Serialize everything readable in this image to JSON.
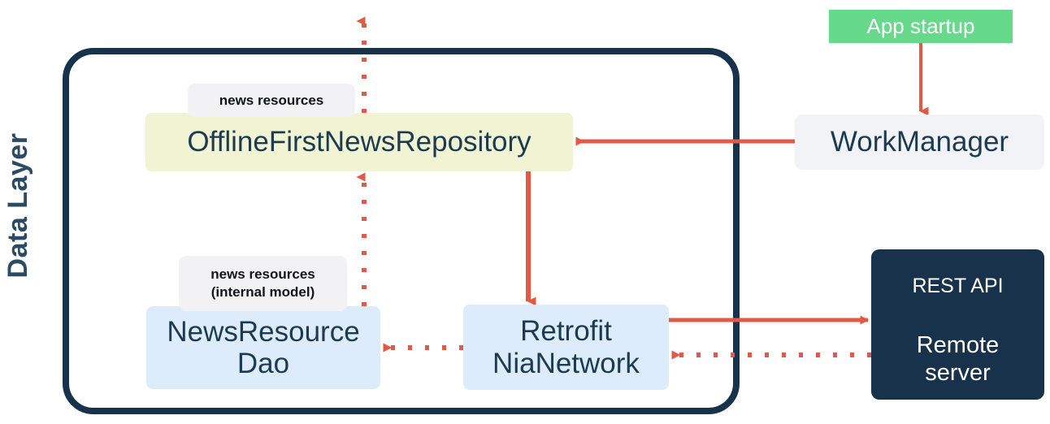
{
  "diagram": {
    "title": "Data Layer",
    "layer": {
      "label": "Data Layer",
      "border_color": "#17324a"
    },
    "nodes": {
      "repository": {
        "label": "OfflineFirstNewsRepository",
        "fill": "#f0f4d2",
        "text_color": "#1d3a50"
      },
      "dao": {
        "line1": "NewsResource",
        "line2": "Dao",
        "fill": "#dcecfb",
        "text_color": "#1d3a50"
      },
      "retrofit": {
        "line1": "Retrofit",
        "line2": "NiaNetwork",
        "fill": "#dcecfb",
        "text_color": "#1d3a50"
      },
      "workmanager": {
        "label": "WorkManager",
        "fill": "#f2f3f6",
        "text_color": "#1d3a50"
      },
      "app_startup": {
        "label": "App startup",
        "fill": "#66d98b",
        "text_color": "#ffffff"
      },
      "remote_server": {
        "title": "REST API",
        "sub_line1": "Remote",
        "sub_line2": "server",
        "fill": "#17324a",
        "text_color": "#ffffff"
      }
    },
    "chips": {
      "news_resources": {
        "line1": "news resources"
      },
      "news_resources_internal": {
        "line1": "news resources",
        "line2": "(internal model)"
      }
    },
    "arrows": {
      "color": "#e05a47",
      "items": [
        {
          "name": "repository-to-ui",
          "style": "dotted",
          "direction": "up"
        },
        {
          "name": "dao-to-repository",
          "style": "dotted",
          "direction": "up"
        },
        {
          "name": "workmanager-to-repository",
          "style": "solid",
          "direction": "left"
        },
        {
          "name": "app-startup-to-workmanager",
          "style": "solid",
          "direction": "down"
        },
        {
          "name": "repository-to-retrofit",
          "style": "solid",
          "direction": "down"
        },
        {
          "name": "retrofit-to-dao",
          "style": "dotted",
          "direction": "left"
        },
        {
          "name": "retrofit-to-remote-server",
          "style": "solid",
          "direction": "right"
        },
        {
          "name": "remote-server-to-retrofit",
          "style": "dotted",
          "direction": "left"
        }
      ]
    }
  }
}
